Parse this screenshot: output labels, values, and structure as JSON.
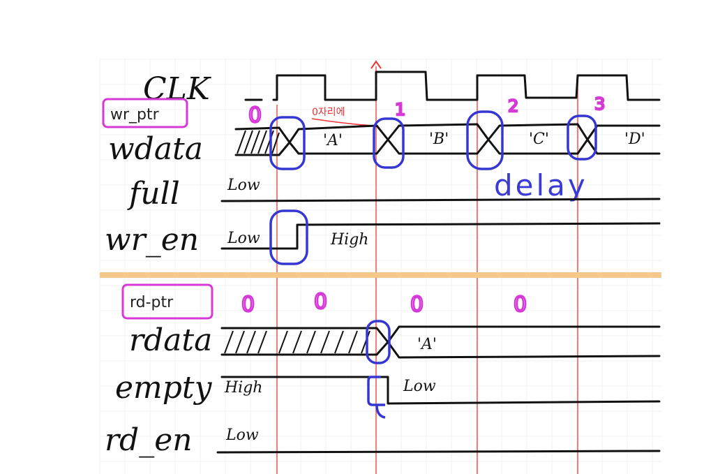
{
  "signals": {
    "clk": "CLK",
    "wr_ptr": "wr_ptr",
    "wdata": "wdata",
    "full": "full",
    "wr_en": "wr_en",
    "rd_ptr": "rd-ptr",
    "rdata": "rdata",
    "empty": "empty",
    "rd_en": "rd_en"
  },
  "write_side": {
    "wr_ptr_values": [
      "0",
      "1",
      "2",
      "3"
    ],
    "wdata_values": [
      "'A'",
      "'B'",
      "'C'",
      "'D'"
    ],
    "full_level": "Low",
    "wr_en_levels": [
      "Low",
      "High"
    ],
    "note": "0자리에"
  },
  "read_side": {
    "rd_ptr_values": [
      "0",
      "0",
      "0",
      "0"
    ],
    "rdata_values": [
      "'A'"
    ],
    "empty_levels": [
      "High",
      "Low"
    ],
    "rd_en_level": "Low"
  },
  "annotation": {
    "delay_label": "delay"
  },
  "colors": {
    "clock_edges": "#e9625a",
    "pointer_labels": "#d63ad6",
    "highlights": "#3636d2",
    "divider": "#f6c98a"
  }
}
